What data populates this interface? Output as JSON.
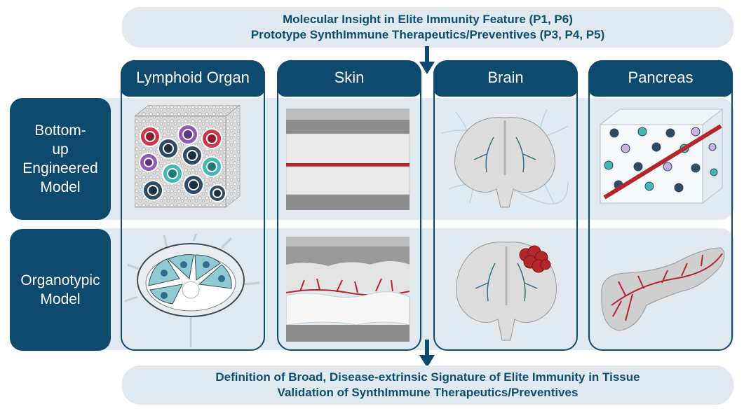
{
  "top_banner": {
    "line1": "Molecular Insight in Elite Immunity Feature (P1, P6)",
    "line2": "Prototype SynthImmune Therapeutics/Preventives (P3, P4, P5)"
  },
  "bottom_banner": {
    "line1": "Definition of Broad, Disease-extrinsic Signature of Elite Immunity in Tissue",
    "line2": "Validation of SynthImmune Therapeutics/Preventives"
  },
  "rows": [
    {
      "lines": [
        "Bottom-",
        "up",
        "Engineered",
        "Model"
      ]
    },
    {
      "lines": [
        "Organotypic",
        "Model"
      ]
    }
  ],
  "columns": [
    "Lymphoid Organ",
    "Skin",
    "Brain",
    "Pancreas"
  ],
  "colors": {
    "navy": "#0d4a6d",
    "band": "#dfe9ef",
    "text_dark": "#0e4e6e",
    "vessel_red": "#b3262c",
    "cell_teal": "#44b8b4",
    "cell_purple": "#8f5bb0",
    "cell_red": "#d0374a",
    "cell_dark": "#2f4a63"
  }
}
